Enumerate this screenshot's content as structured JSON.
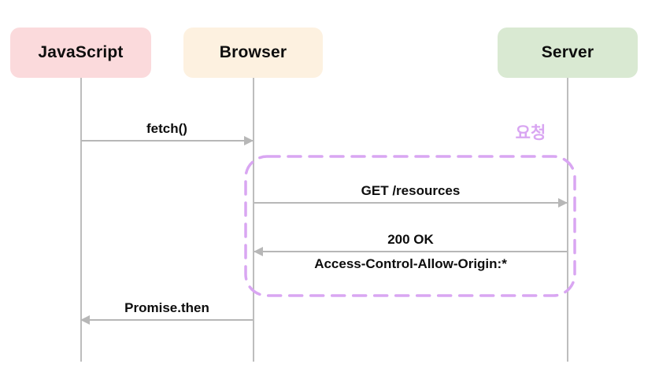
{
  "actors": [
    {
      "id": "javascript",
      "label": "JavaScript",
      "color": "#fbdadc"
    },
    {
      "id": "browser",
      "label": "Browser",
      "color": "#fdf1e0"
    },
    {
      "id": "server",
      "label": "Server",
      "color": "#d9e9d2"
    }
  ],
  "messages": [
    {
      "label": "fetch()",
      "from": "JavaScript",
      "to": "Browser",
      "direction": "right"
    },
    {
      "label": "GET /resources",
      "from": "Browser",
      "to": "Server",
      "direction": "right"
    },
    {
      "label": "200 OK",
      "sublabel": "Access-Control-Allow-Origin:*",
      "from": "Server",
      "to": "Browser",
      "direction": "left"
    },
    {
      "label": "Promise.then",
      "from": "Browser",
      "to": "JavaScript",
      "direction": "left"
    }
  ],
  "group": {
    "label": "요청",
    "border_color": "#d9a6f2"
  },
  "colors": {
    "arrow_line": "#b7b7b7",
    "lifeline": "#bdbdbd",
    "text": "#0d0d0d",
    "highlight": "#d9a6f2"
  }
}
